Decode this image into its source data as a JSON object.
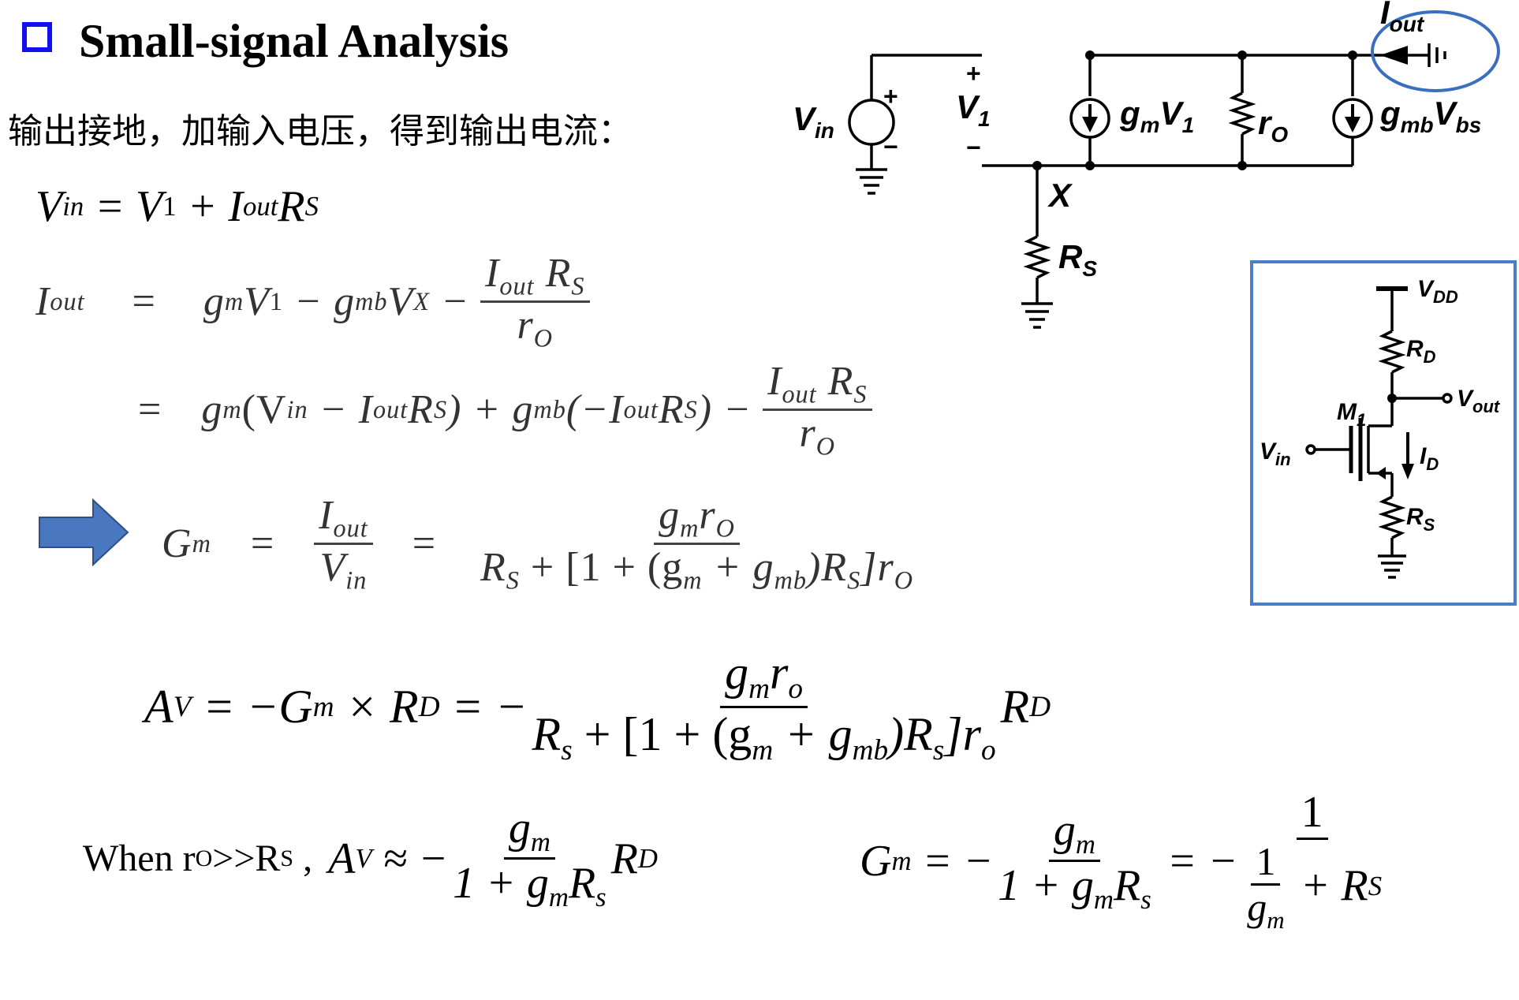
{
  "title": "Small-signal Analysis",
  "intro": "输出接地，加输入电压，得到输出电流：",
  "eq1": {
    "lhs": "V",
    "lhs_sub": "in",
    "t1": " = V",
    "t1_sub": "1",
    "t2": " + I",
    "t2_sub": "out",
    "t3": "R",
    "t3_sub": "S"
  },
  "eq2": {
    "lhs": "I",
    "lhs_sub": "out",
    "eq": "=",
    "body": "g",
    "m": "m",
    "v1": "V",
    "one": "1",
    "minus1": " − g",
    "mb": "mb",
    "vx": "V",
    "x": "X",
    "minus2": " − ",
    "num": "I",
    "num_sub": "out",
    "num_r": " R",
    "num_rs": "S",
    "den": "r",
    "den_sub": "O"
  },
  "eq3": {
    "eq": "=",
    "g": "g",
    "m": "m",
    "paren": "(V",
    "in": "in",
    "minus": " − I",
    "out": "out",
    "r": "R",
    "s": "S",
    "close": ") + g",
    "mb": "mb",
    "neg": "(−I",
    "out2": "out",
    "r2": "R",
    "s2": "S",
    "close2": ") − ",
    "num": "I",
    "num_sub": "out",
    "num_r": " R",
    "num_rs": "S",
    "den": "r",
    "den_sub": "O"
  },
  "eq4": {
    "lhs": "G",
    "lhs_sub": "m",
    "eq": "=",
    "num1": "I",
    "num1_sub": "out",
    "den1": "V",
    "den1_sub": "in",
    "eq2": "=",
    "num2": "g",
    "num2_m": "m",
    "num2_r": "r",
    "num2_o": "O",
    "den2": "R",
    "den2_s": "S",
    "den2_b": " + [1 + (g",
    "den2_m": "m",
    "den2_c": " + g",
    "den2_mb": "mb",
    "den2_d": ")R",
    "den2_s2": "S",
    "den2_e": "]r",
    "den2_o": "O"
  },
  "eq5": {
    "lhs": "A",
    "lhs_sub": "V",
    "t1": " = −G",
    "t1_sub": "m",
    "t2": " × R",
    "t2_sub": "D",
    "t3": " = −",
    "num": "g",
    "num_m": "m",
    "num_r": "r",
    "num_o": "o",
    "den": "R",
    "den_s": "s",
    "den_b": " + [1 + (g",
    "den_m": "m",
    "den_c": " + g",
    "den_mb": "mb",
    "den_d": ")R",
    "den_s2": "s",
    "den_e": "]r",
    "den_o": "o",
    "tail": "R",
    "tail_sub": "D"
  },
  "eq6": {
    "when": "When r",
    "when_o": "O",
    "when_gt": ">>R",
    "when_s": "S",
    "comma": " ,",
    "av": "A",
    "av_sub": "V",
    "approx": " ≈ −",
    "num": "g",
    "num_m": "m",
    "den": "1 + g",
    "den_m": "m",
    "den_r": "R",
    "den_s": "s",
    "tail": "R",
    "tail_sub": "D"
  },
  "eq7": {
    "lhs": "G",
    "lhs_sub": "m",
    "t1": " = −",
    "num": "g",
    "num_m": "m",
    "den": "1 + g",
    "den_m": "m",
    "den_r": "R",
    "den_s": "s",
    "t2": " = −",
    "num2": "1",
    "inner_num": "1",
    "inner_den": "g",
    "inner_den_m": "m",
    "plus": " + R",
    "plus_s": "S"
  },
  "circuit1": {
    "vin": "V",
    "vin_sub": "in",
    "plus1": "+",
    "minus1": "−",
    "v1": "V",
    "v1_sub": "1",
    "plus2": "+",
    "minus2": "−",
    "gm": "g",
    "gm_m": "m",
    "gm_v": "V",
    "gm_1": "1",
    "ro": "r",
    "ro_o": "O",
    "gmb": "g",
    "gmb_m": "mb",
    "gmb_v": "V",
    "gmb_bs": "bs",
    "iout": "I",
    "iout_sub": "out",
    "x": "X",
    "rs": "R",
    "rs_s": "S"
  },
  "circuit2": {
    "vdd": "V",
    "vdd_sub": "DD",
    "rd": "R",
    "rd_sub": "D",
    "vout": "V",
    "vout_sub": "out",
    "m1": "M",
    "m1_sub": "1",
    "vin": "V",
    "vin_sub": "in",
    "id": "I",
    "id_sub": "D",
    "rs": "R",
    "rs_sub": "S",
    "frame_color": "#4a7fc8"
  },
  "colors": {
    "title_box": "#1010f0",
    "arrow_fill": "#4a78c0",
    "highlight": "#3a6fc0"
  }
}
